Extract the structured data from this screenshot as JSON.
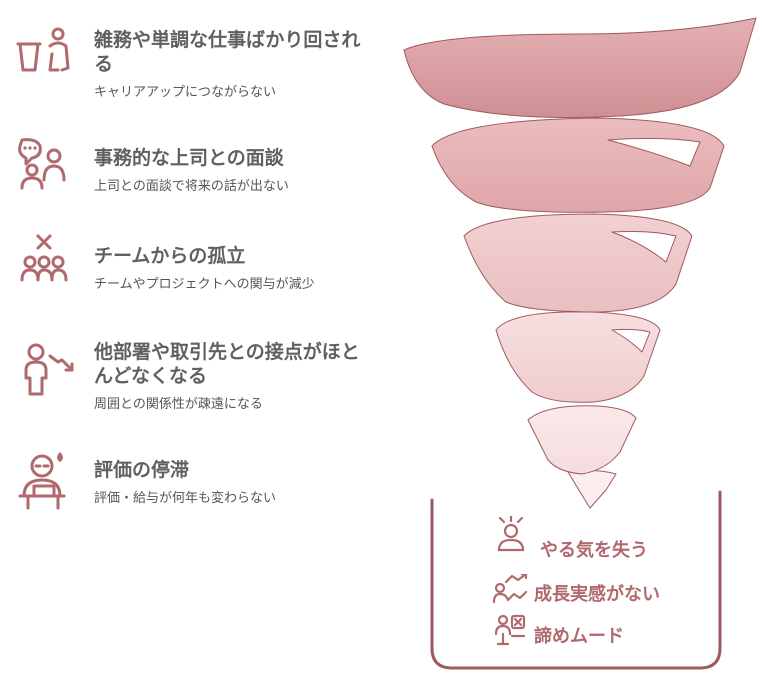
{
  "items": [
    {
      "title": "雑務や単調な仕事ばかり回される",
      "desc": "キャリアアップにつながらない",
      "icon": "trash-worker-icon"
    },
    {
      "title": "事務的な上司との面談",
      "desc": "上司との面談で将来の話が出ない",
      "icon": "chat-people-icon"
    },
    {
      "title": "チームからの孤立",
      "desc": "チームやプロジェクトへの関与が減少",
      "icon": "team-removed-icon"
    },
    {
      "title": "他部署や取引先との接点がほとんどなくなる",
      "desc": "周囲との関係性が疎遠になる",
      "icon": "person-declining-icon"
    },
    {
      "title": "評価の停滞",
      "desc": "評価・給与が何年も変わらない",
      "icon": "person-at-desk-icon"
    }
  ],
  "outcomes": [
    {
      "label": "やる気を失う",
      "icon": "stressed-person-icon"
    },
    {
      "label": "成長実感がない",
      "icon": "declining-growth-icon"
    },
    {
      "label": "諦めムード",
      "icon": "resigned-people-icon"
    }
  ],
  "colors": {
    "accent": "#b0696d",
    "text": "#606060",
    "funnel_top": "#d79a9d",
    "funnel_bottom": "#fae6e6",
    "stroke": "#9e5a5e"
  }
}
